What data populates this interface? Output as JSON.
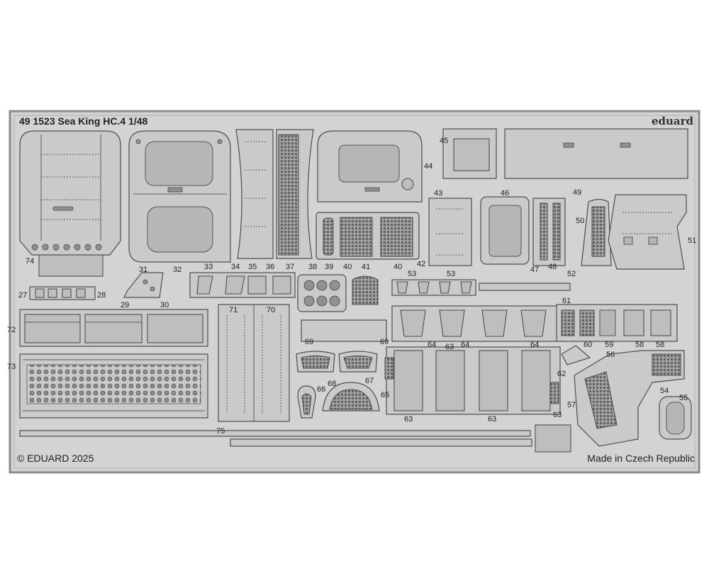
{
  "title": "49 1523 Sea King HC.4 1/48",
  "brand": "eduard",
  "copyright": "© EDUARD 2025",
  "origin": "Made in Czech Republic",
  "part_numbers": [
    "74",
    "31",
    "32",
    "33",
    "34",
    "35",
    "36",
    "37",
    "38",
    "39",
    "40",
    "41",
    "40",
    "42",
    "43",
    "44",
    "45",
    "46",
    "47",
    "48",
    "49",
    "50",
    "51",
    "52",
    "53",
    "53",
    "27",
    "28",
    "29",
    "30",
    "72",
    "73",
    "75",
    "71",
    "70",
    "69",
    "69",
    "68",
    "67",
    "66",
    "65",
    "64",
    "64",
    "64",
    "63",
    "63",
    "63",
    "63",
    "61",
    "60",
    "59",
    "58",
    "58",
    "62",
    "57",
    "56",
    "54",
    "55"
  ]
}
